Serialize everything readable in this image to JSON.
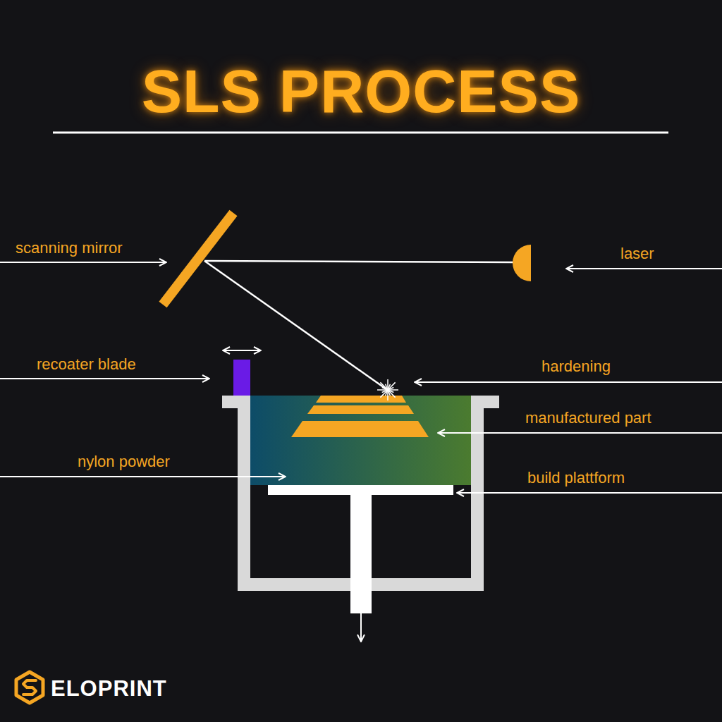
{
  "diagram": {
    "title": "SLS PROCESS",
    "labels": [
      "scanning mirror",
      "laser",
      "recoater blade",
      "hardening",
      "manufactured part",
      "nylon powder",
      "build plattform",
      "ELOPRINT"
    ]
  }
}
